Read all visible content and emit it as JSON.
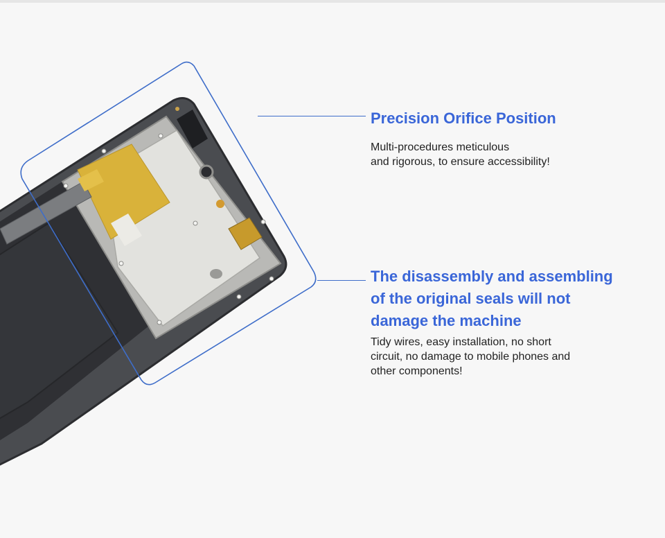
{
  "feature_1": {
    "title": "Precision Orifice Position",
    "description_lines": [
      "Multi-procedures meticulous",
      "and rigorous, to ensure accessibility!"
    ]
  },
  "feature_2": {
    "title_lines": [
      "The disassembly and assembling",
      "of the original seals will not",
      "damage the machine"
    ],
    "description_lines": [
      "Tidy wires, easy installation, no short",
      "circuit, no damage to mobile phones and",
      "other components!"
    ]
  },
  "colors": {
    "accent": "#3a66d8",
    "callout_frame": "#3e6dc9",
    "background": "#f7f7f7",
    "body_text": "#222222"
  }
}
